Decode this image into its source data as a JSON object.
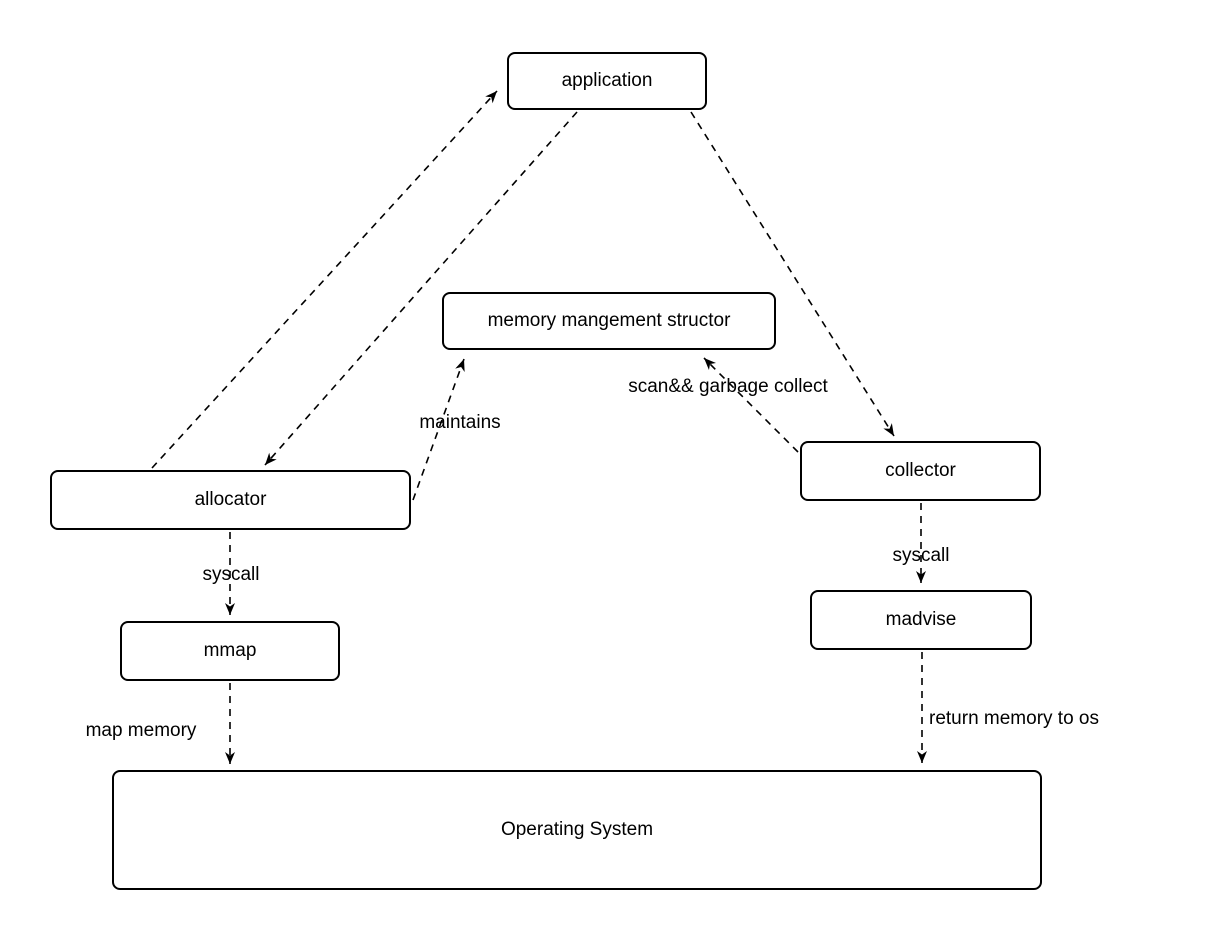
{
  "diagram": {
    "title": "memory management diagram",
    "colors": {
      "stroke": "#000000",
      "node_fill": "#ffffff",
      "text": "#000000",
      "background": "#ffffff"
    },
    "nodes": [
      {
        "id": "application",
        "label": "application"
      },
      {
        "id": "memory-structor",
        "label": "memory mangement structor"
      },
      {
        "id": "allocator",
        "label": "allocator"
      },
      {
        "id": "collector",
        "label": "collector"
      },
      {
        "id": "mmap",
        "label": "mmap"
      },
      {
        "id": "madvise",
        "label": "madvise"
      },
      {
        "id": "operating-system",
        "label": "Operating System"
      }
    ],
    "edges": [
      {
        "id": "allocator-to-application",
        "from": "allocator",
        "to": "application",
        "label": "",
        "style": "dashed-arrow"
      },
      {
        "id": "application-to-allocator",
        "from": "application",
        "to": "allocator",
        "label": "",
        "style": "dashed-arrow"
      },
      {
        "id": "application-to-collector",
        "from": "application",
        "to": "collector",
        "label": "",
        "style": "dashed-arrow"
      },
      {
        "id": "allocator-to-structor",
        "from": "allocator",
        "to": "memory-structor",
        "label": "maintains",
        "style": "dashed-arrow"
      },
      {
        "id": "collector-to-structor",
        "from": "collector",
        "to": "memory-structor",
        "label": "scan&& garbage collect",
        "style": "dashed-arrow"
      },
      {
        "id": "allocator-to-mmap",
        "from": "allocator",
        "to": "mmap",
        "label": "syscall",
        "style": "dashed-arrow"
      },
      {
        "id": "mmap-to-os",
        "from": "mmap",
        "to": "operating-system",
        "label": "map memory",
        "style": "dashed-arrow"
      },
      {
        "id": "collector-to-madvise",
        "from": "collector",
        "to": "madvise",
        "label": "syscall",
        "style": "dashed-arrow"
      },
      {
        "id": "madvise-to-os",
        "from": "madvise",
        "to": "operating-system",
        "label": "return memory to os",
        "style": "dashed-arrow"
      }
    ]
  }
}
